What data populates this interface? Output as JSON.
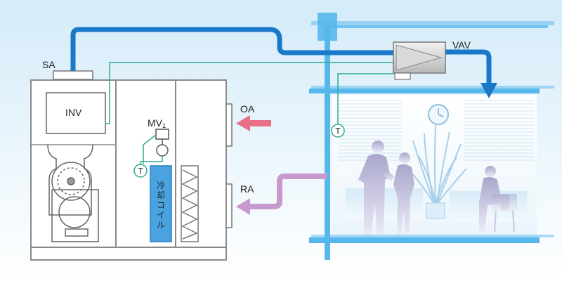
{
  "labels": {
    "sa": "SA",
    "oa": "OA",
    "ra": "RA",
    "vav": "VAV",
    "inv": "INV",
    "mv_main": "MV",
    "mv_sub": "1",
    "sensor": "T",
    "cooling_coil": [
      "冷",
      "却",
      "コ",
      "イ",
      "ル"
    ]
  },
  "colors": {
    "background_top": "#d7ecf9",
    "background_bottom": "#ffffff",
    "supply_duct": "#1a78c8",
    "control_line": "#2eaa8f",
    "outdoor_air_arrow": "#e86f85",
    "return_air_arrow": "#c799cc",
    "coil": "#4aa3e0",
    "building_frame": "#56b7ec"
  },
  "icons": {
    "clock": "clock-icon",
    "plant": "potted-plant-icon",
    "people": "office-workers-silhouette-icon"
  }
}
